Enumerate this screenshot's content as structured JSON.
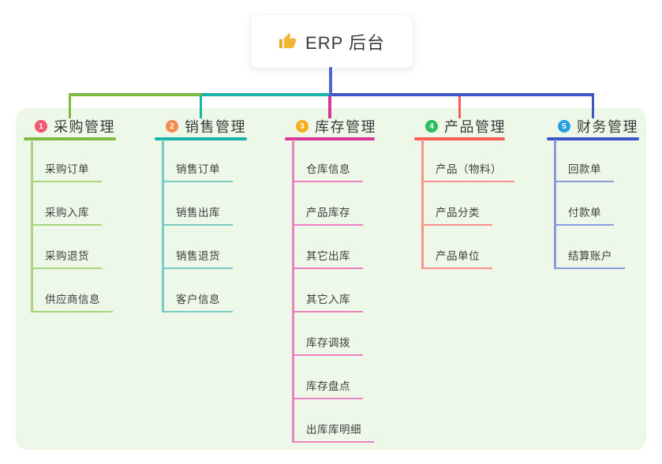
{
  "root": {
    "label": "ERP 后台",
    "icon": "thumbs-up-icon",
    "icon_color": "#f2b632",
    "connector_color": "#5263cb"
  },
  "panel": {
    "background": "#edf8e9"
  },
  "branches": [
    {
      "num": "1",
      "label": "采购管理",
      "badge_color": "#f25670",
      "line_color": "#7cb93f",
      "child_line_color": "#a9d57f",
      "children": [
        "采购订单",
        "采购入库",
        "采购退货",
        "供应商信息"
      ]
    },
    {
      "num": "2",
      "label": "销售管理",
      "badge_color": "#f78b4b",
      "line_color": "#16b3a6",
      "child_line_color": "#79ccc3",
      "children": [
        "销售订单",
        "销售出库",
        "销售退货",
        "客户信息"
      ]
    },
    {
      "num": "3",
      "label": "库存管理",
      "badge_color": "#f9ac1c",
      "line_color": "#d8369b",
      "child_line_color": "#ee82c0",
      "children": [
        "仓库信息",
        "产品库存",
        "其它出库",
        "其它入库",
        "库存调拨",
        "库存盘点",
        "出库库明细"
      ]
    },
    {
      "num": "4",
      "label": "产品管理",
      "badge_color": "#2dbd62",
      "line_color": "#f85d57",
      "child_line_color": "#fa938e",
      "children": [
        "产品（物料）",
        "产品分类",
        "产品单位"
      ]
    },
    {
      "num": "5",
      "label": "财务管理",
      "badge_color": "#2aa0e0",
      "line_color": "#3c55c8",
      "child_line_color": "#8a9ade",
      "children": [
        "回款单",
        "付款单",
        "结算账户"
      ]
    }
  ]
}
